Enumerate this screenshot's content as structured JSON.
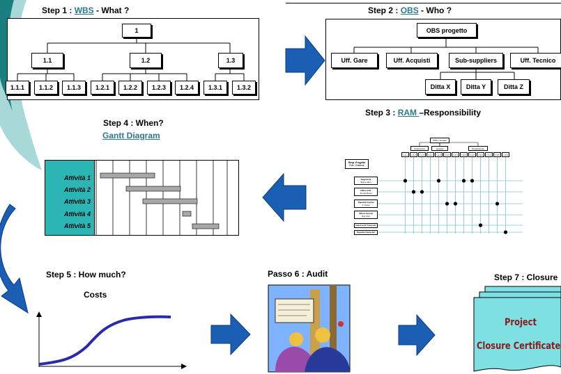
{
  "step1": {
    "prefix": "Step 1 : ",
    "link": "WBS",
    "suffix": " - What ?"
  },
  "wbs": {
    "root": "1",
    "level1": [
      "1.1",
      "1.2",
      "1.3"
    ],
    "level2": [
      "1.1.1",
      "1.1.2",
      "1.1.3",
      "1.2.1",
      "1.2.2",
      "1.2.3",
      "1.2.4",
      "1.3.1",
      "1.3.2"
    ]
  },
  "step2": {
    "prefix": "Step 2 : ",
    "link": "OBS",
    "suffix": " - Who ?"
  },
  "obs": {
    "root": "OBS progetto",
    "level1": [
      "Uff. Gare",
      "Uff. Acquisti",
      "Sub-suppliers",
      "Uff. Tecnico"
    ],
    "level2": [
      "Ditta X",
      "Ditta Y",
      "Ditta Z"
    ]
  },
  "step3": {
    "prefix": "Step 3 : ",
    "link": "RAM ",
    "suffix": "–Responsibility"
  },
  "ram": {
    "root": "WBS Consiglio",
    "groups": [
      "Costruzione",
      "Acquisti",
      "Preparazione"
    ],
    "cols": [
      "1.1.1",
      "1.1.2",
      "1.1.3",
      "1.2.1",
      "1.2.2",
      "1.2.3",
      "1.2.4",
      "1.3.1",
      "1.3.2",
      "1.3.3",
      "1.3.4",
      "1.3.5",
      "1.3.6"
    ],
    "resp": {
      "title": "Resp. Progetto",
      "sub": "Dott. Giuliante"
    },
    "roles": [
      {
        "title": "Segreteria",
        "sub": "Sig.ra Idem"
      },
      {
        "title": "Ufficio P.R.",
        "sub": "Dr.ssa Rossi"
      },
      {
        "title": "Squadra Cucina",
        "sub": "F. Giusti"
      },
      {
        "title": "Ufficio Servizi",
        "sub": "Sig. Ulivi"
      },
      {
        "title": "Impresa di Trasporto",
        "sub": ""
      },
      {
        "title": "Squadra Camerieri",
        "sub": ""
      }
    ]
  },
  "step4": {
    "title": "Step 4 : When?",
    "link": "Gantt Diagram"
  },
  "gantt": {
    "activities": [
      "Attività 1",
      "Attività 2",
      "Attività 3",
      "Attività 4",
      "Attività 5"
    ]
  },
  "step5": {
    "title": "Step 5  : How much?",
    "sub": "Costs"
  },
  "step6": {
    "title": "Passo 6 : Audit"
  },
  "step7": {
    "title": "Step 7 : Closure"
  },
  "certificate": {
    "line1": "Project",
    "line2": "Closure Certificate"
  },
  "colors": {
    "teal": "#2bb5b5",
    "arrow": "#1a5fb4",
    "link": "#2b7a8c",
    "curve": "#2a2aaa",
    "cert_bg": "#7fe0e3",
    "cert_text": "#8b1a1a",
    "cyan_light": "#a9d8d8"
  }
}
